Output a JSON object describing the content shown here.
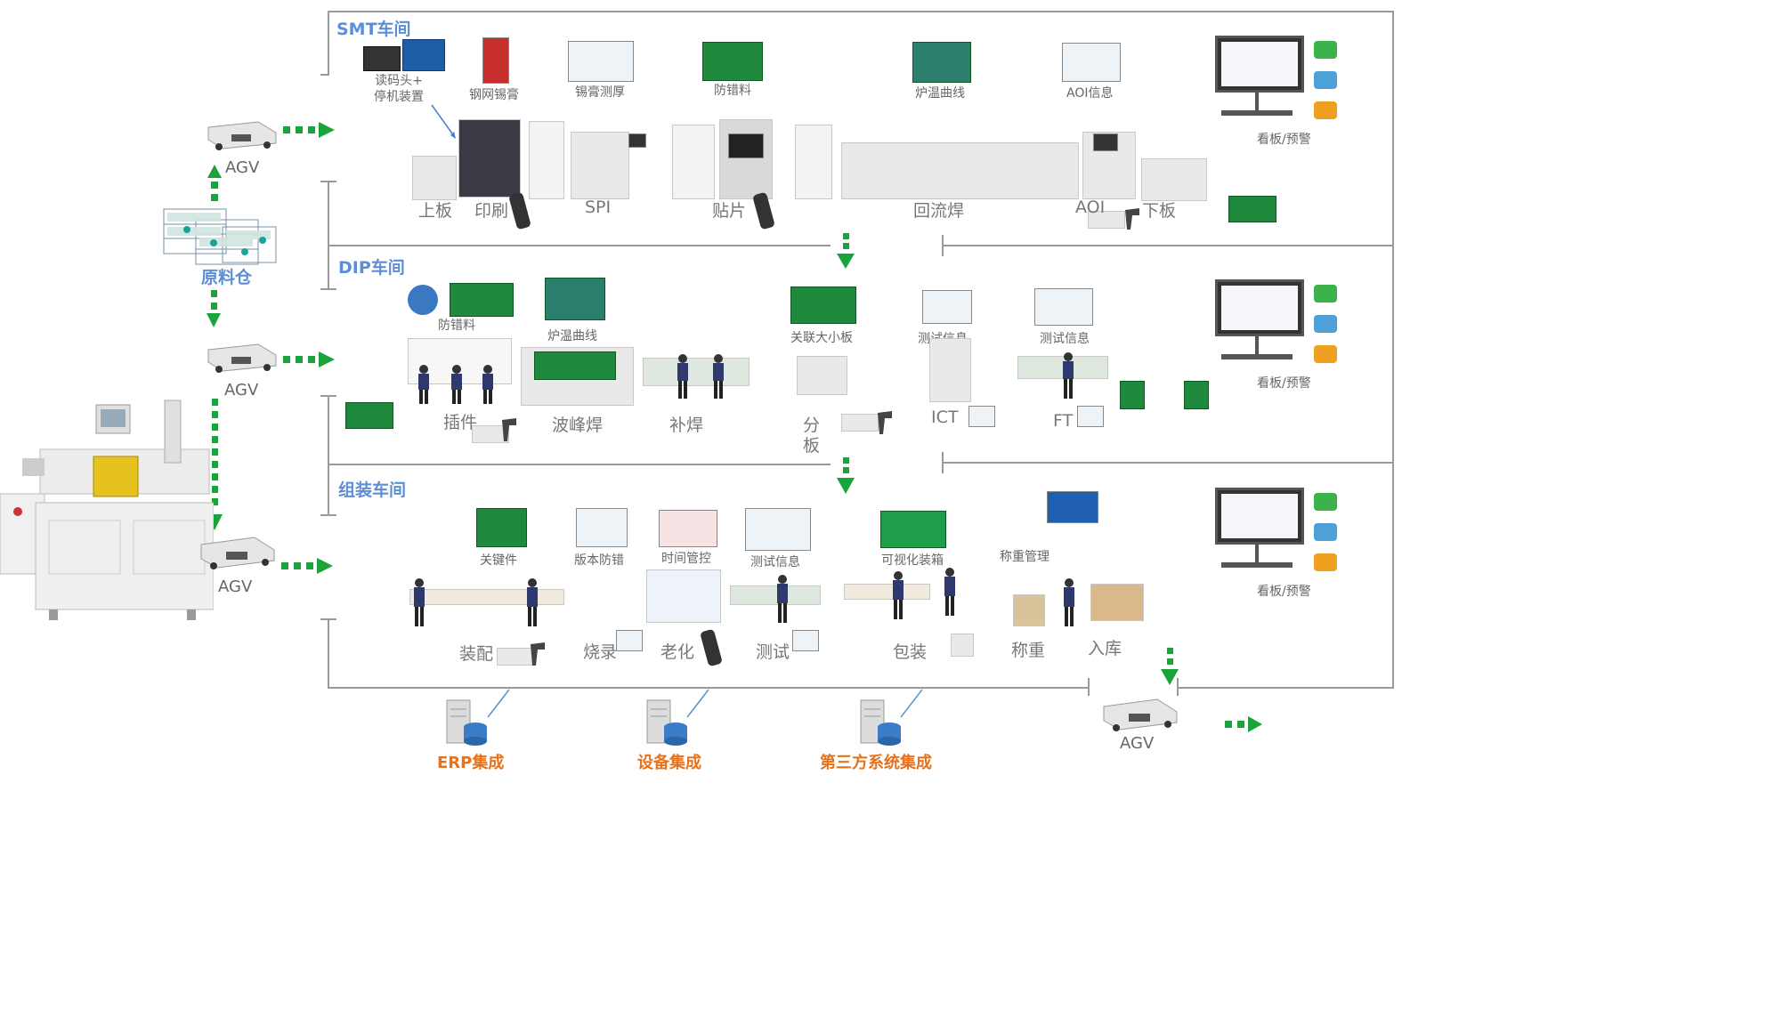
{
  "sections": {
    "smt": "SMT车间",
    "dip": "DIP车间",
    "assembly": "组装车间"
  },
  "warehouse": "原料仓",
  "agv": [
    "AGV",
    "AGV",
    "AGV",
    "AGV"
  ],
  "smt": {
    "top_labels": {
      "reader": "读码头+\n停机装置",
      "stencil": "钢网锡膏",
      "solder_thickness": "锡膏测厚",
      "anti_error": "防错料",
      "oven_curve": "炉温曲线",
      "aoi_info": "AOI信息"
    },
    "stations": {
      "load": "上板",
      "print": "印刷",
      "spi": "SPI",
      "mount": "贴片",
      "reflow": "回流焊",
      "aoi": "AOI",
      "unload": "下板"
    },
    "kanban": "看板/预警"
  },
  "dip": {
    "top_labels": {
      "anti_error": "防错料",
      "oven_curve": "炉温曲线",
      "link_board": "关联大小板",
      "test_info_1": "测试信息",
      "test_info_2": "测试信息"
    },
    "stations": {
      "insert": "插件",
      "wave": "波峰焊",
      "repair": "补焊",
      "split_1": "分",
      "split_2": "板",
      "ict": "ICT",
      "ft": "FT"
    },
    "kanban": "看板/预警"
  },
  "assembly": {
    "top_labels": {
      "key_parts": "关键件",
      "version": "版本防错",
      "time_ctrl": "时间管控",
      "test_info": "测试信息",
      "packing": "可视化装箱",
      "weigh_mgmt": "称重管理"
    },
    "stations": {
      "assemble": "装配",
      "burn": "烧录",
      "aging": "老化",
      "test": "测试",
      "pack": "包装",
      "weigh": "称重",
      "store": "入库"
    },
    "kanban": "看板/预警"
  },
  "integrations": [
    "ERP集成",
    "设备集成",
    "第三方系统集成"
  ],
  "colors": {
    "section_title": "#5b8ed6",
    "arrow_green": "#1aa33a",
    "integration_orange": "#e8711a",
    "line_gray": "#999999"
  }
}
